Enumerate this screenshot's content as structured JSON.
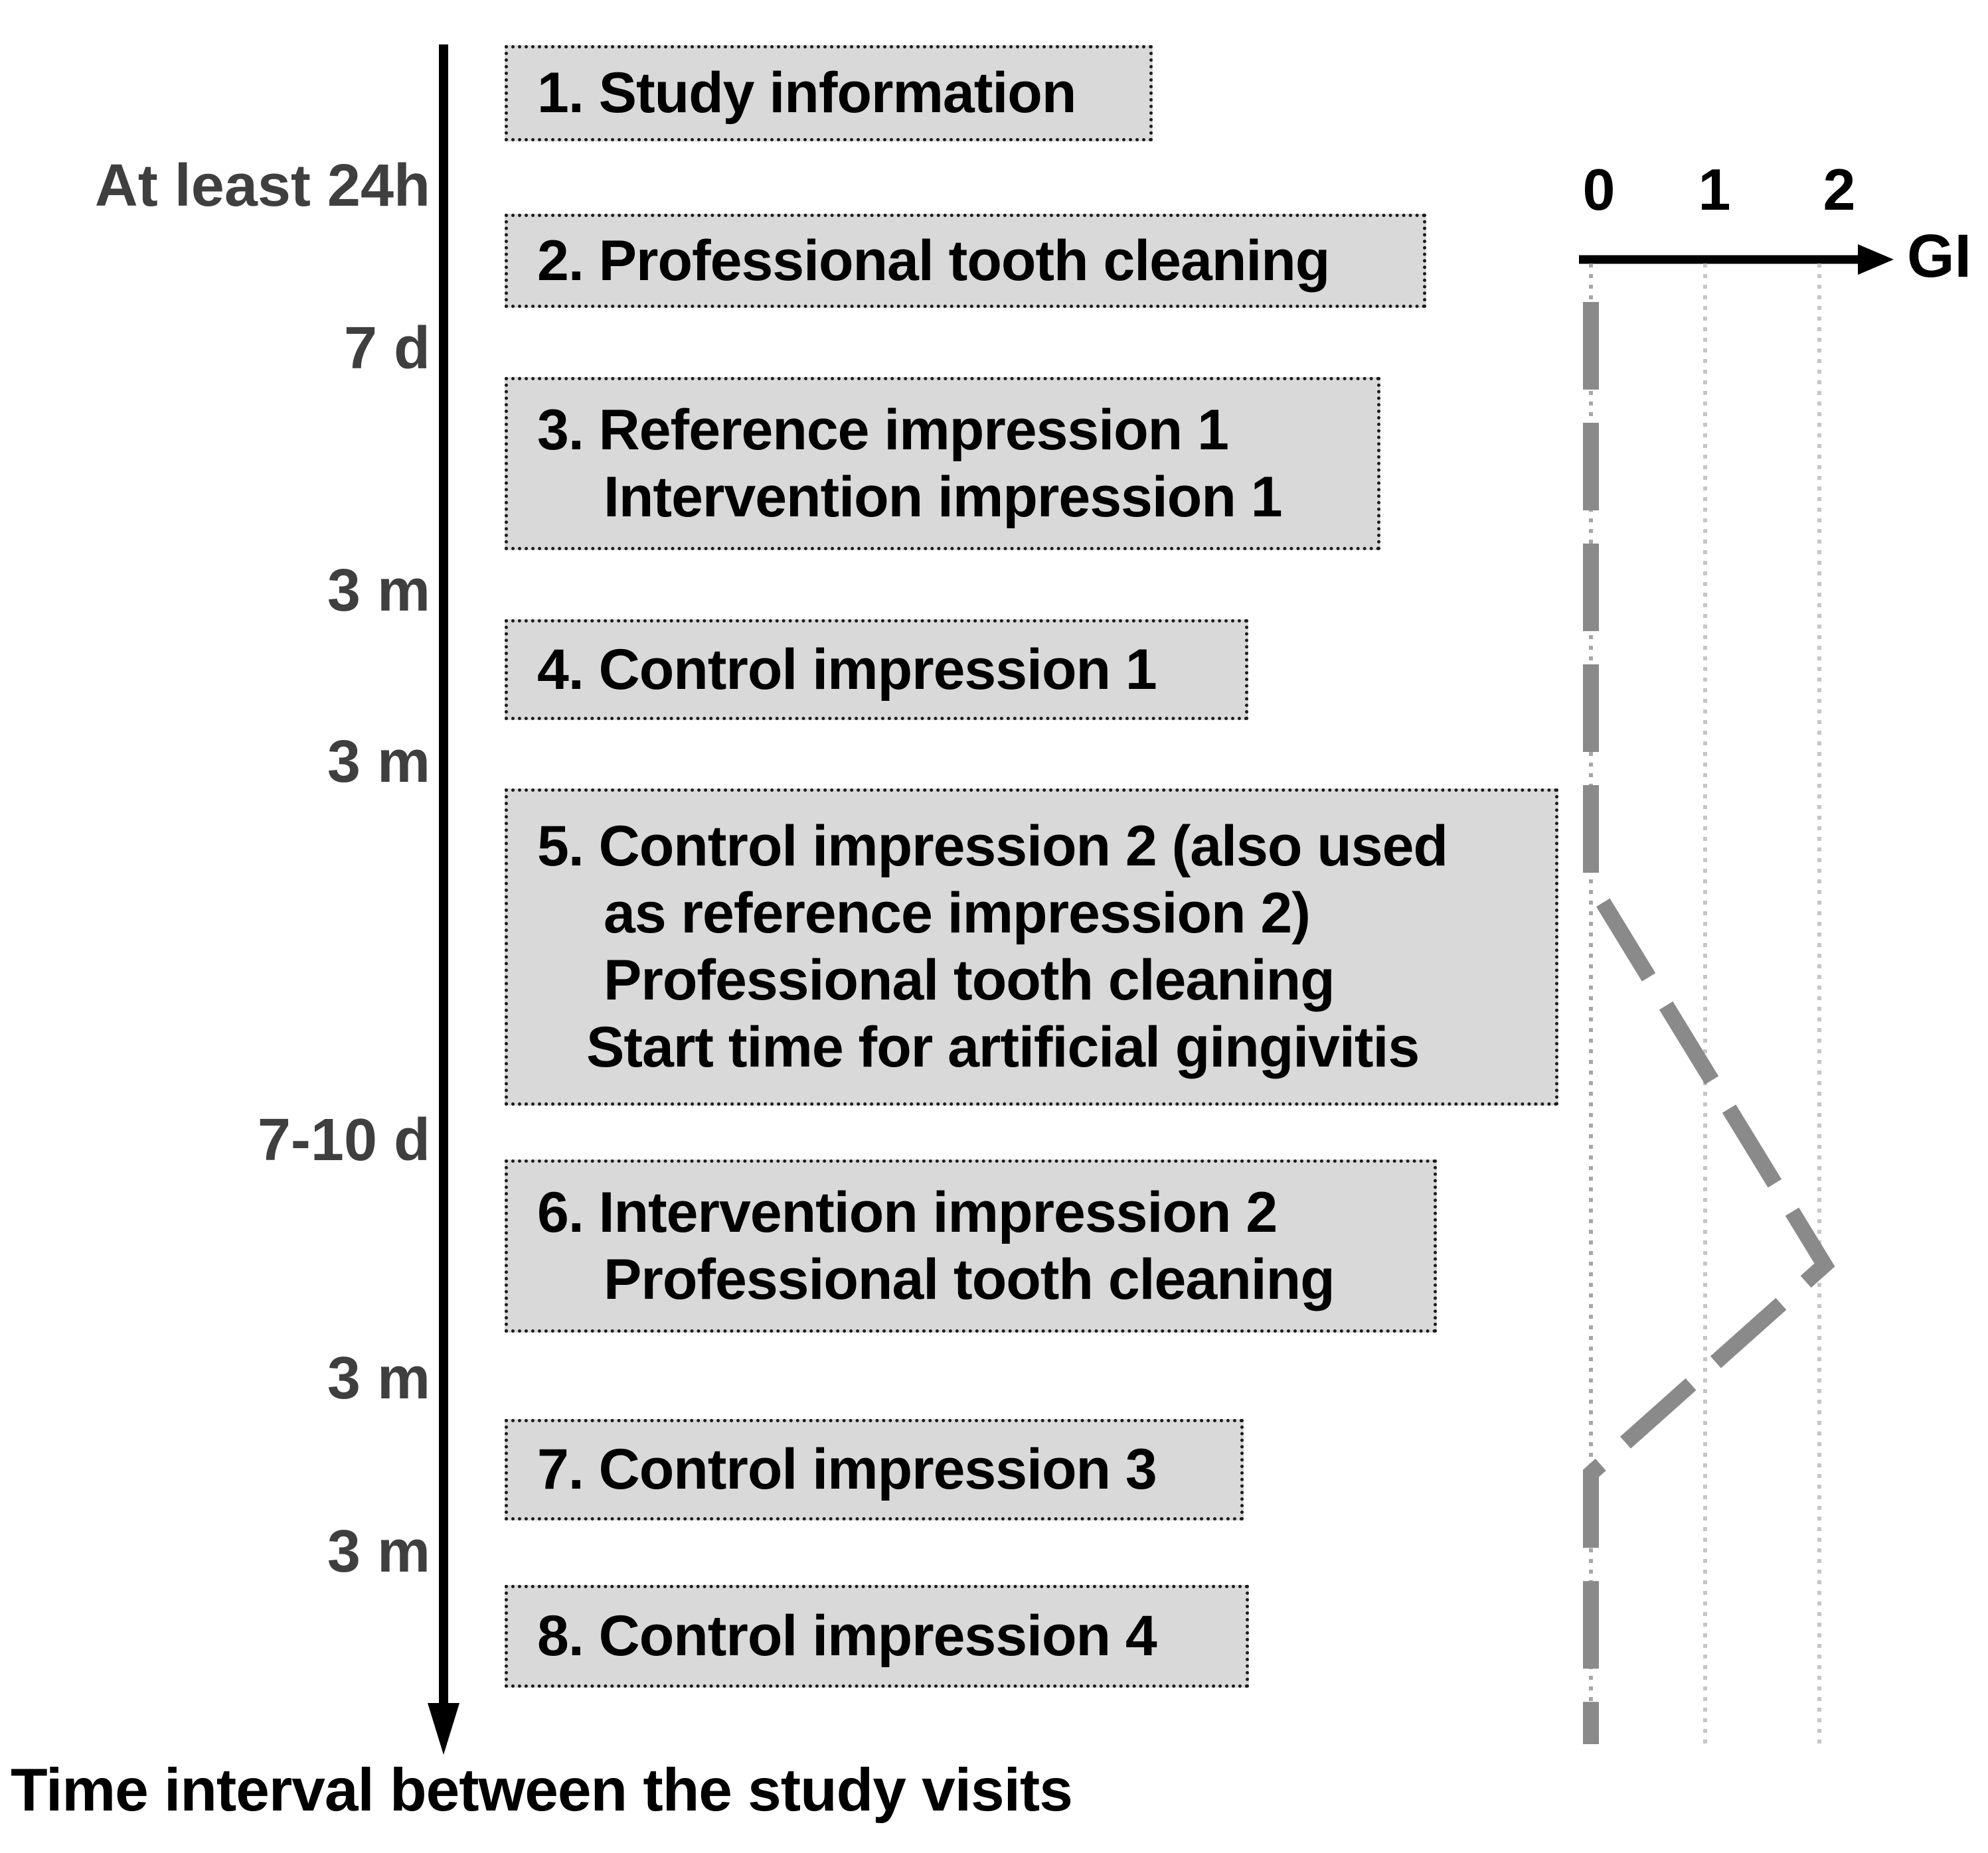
{
  "caption": "Time interval between the study visits",
  "timeline": {
    "description": "Vertical downward arrow representing time between study visits",
    "intervals": [
      {
        "label": "At least 24h"
      },
      {
        "label": "7 d"
      },
      {
        "label": "3 m"
      },
      {
        "label": "3 m"
      },
      {
        "label": "7-10 d"
      },
      {
        "label": "3 m"
      },
      {
        "label": "3 m"
      }
    ]
  },
  "boxes": [
    {
      "lines": [
        "1. Study information"
      ]
    },
    {
      "lines": [
        "2. Professional tooth cleaning"
      ]
    },
    {
      "lines": [
        "3. Reference impression 1",
        "Intervention impression 1"
      ]
    },
    {
      "lines": [
        "4. Control impression 1"
      ]
    },
    {
      "lines": [
        "5. Control impression 2 (also used",
        "as reference impression 2)",
        "Professional tooth cleaning",
        "Start time for artificial gingivitis"
      ]
    },
    {
      "lines": [
        "6. Intervention impression 2",
        "Professional tooth cleaning"
      ]
    },
    {
      "lines": [
        "7. Control impression 3"
      ]
    },
    {
      "lines": [
        "8. Control impression 4"
      ]
    }
  ],
  "gi_plot": {
    "axis_label": "GI",
    "ticks": [
      "0",
      "1",
      "2"
    ],
    "trajectory_description": "Dashed gray line: GI stays at 0 from after professional tooth cleaning (visit 2) through visit 5, rises to about 2 after the start time for artificial gingivitis, returns to 0 around visit 7 and stays at 0 through visit 8",
    "gi_values_at_key_points": [
      0,
      0,
      2,
      0,
      0
    ]
  },
  "colors": {
    "box_fill": "#d9d9d9",
    "box_border": "#1c1c1c",
    "interval_label_text": "#3f3f3f",
    "gi_dashed_line": "#8a8a8a",
    "gridline_light": "#c6c6c6",
    "gridline_zero": "#a6a6a6",
    "axis_black": "#000000"
  }
}
